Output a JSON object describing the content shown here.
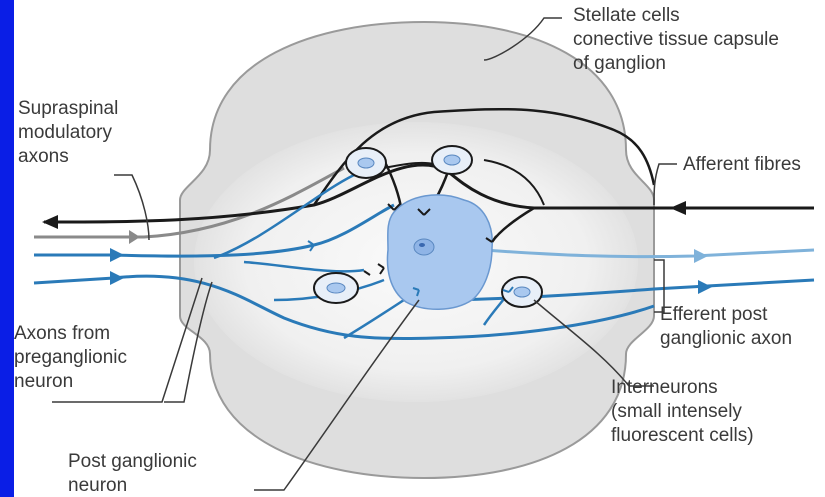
{
  "labels": {
    "stellate": [
      "Stellate cells",
      "conective tissue capsule",
      "of ganglion"
    ],
    "supraspinal": [
      "Supraspinal",
      "modulatory",
      "axons"
    ],
    "afferent": "Afferent fibres",
    "axons_from": [
      "Axons from",
      "preganglionic",
      "neuron"
    ],
    "efferent": [
      "Efferent post",
      "ganglionic axon"
    ],
    "interneurons": [
      "Interneurons",
      "(small intensely",
      "fluorescent cells)"
    ],
    "post_ganglionic": [
      "Post ganglionic",
      "neuron"
    ]
  },
  "colors": {
    "border": "#0a1ee6",
    "capsule_fill": "#dcdcdc",
    "capsule_stroke": "#9a9a9a",
    "blue_fiber": "#2a7ab8",
    "light_blue_fiber": "#7fb2da",
    "black_fiber": "#1a1a1a",
    "gray_fiber": "#8a8a8a",
    "soma_fill": "#a9c8ef",
    "label_text": "#3a3a3a"
  }
}
